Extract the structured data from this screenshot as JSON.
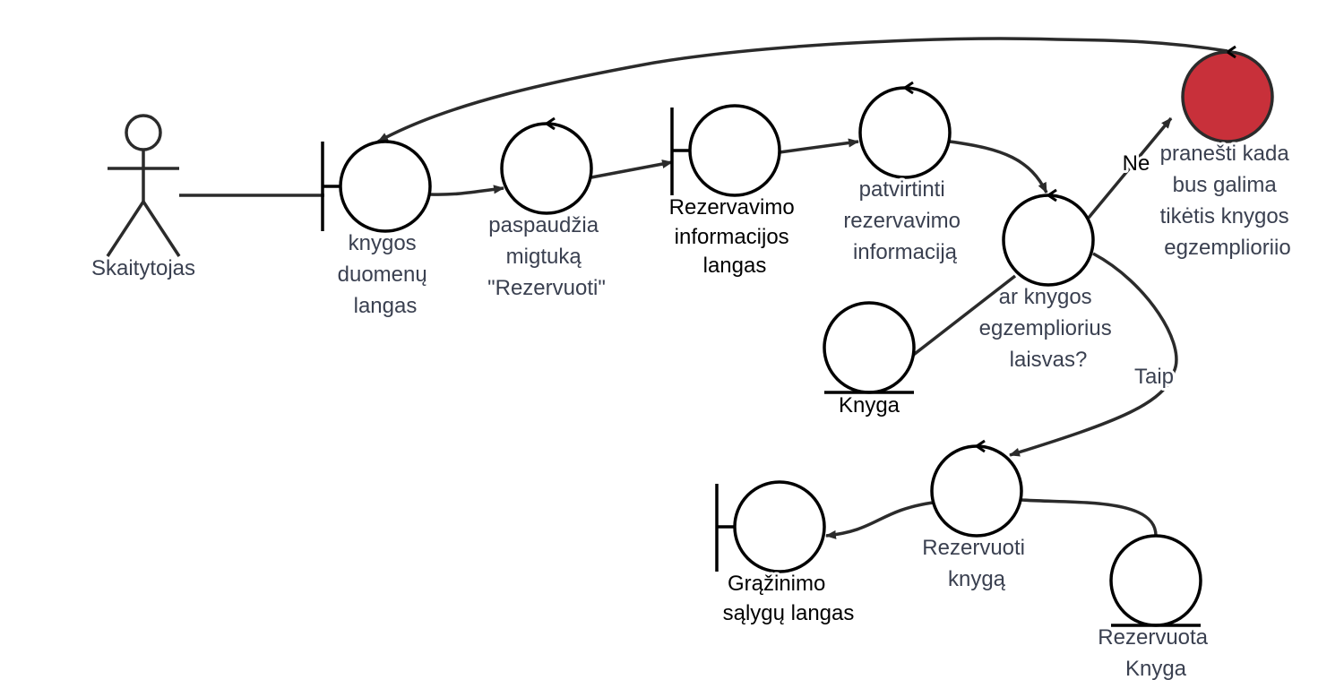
{
  "colors": {
    "line": "#2b2b2b",
    "shape_stroke": "#000000",
    "label_gray": "#3a4050",
    "label_black": "#000000",
    "alert_fill": "#c8303a"
  },
  "actor": {
    "icon": "stick-figure-icon",
    "label": "Skaitytojas"
  },
  "nodes": {
    "knygos_duomenu_langas": {
      "kind": "boundary",
      "lines": [
        "knygos",
        "duomenų",
        "langas"
      ]
    },
    "paspaudzia": {
      "kind": "control",
      "lines": [
        "paspaudžia",
        "migtuką",
        "\"Rezervuoti\""
      ]
    },
    "rezervavimo_langas": {
      "kind": "boundary",
      "lines": [
        "Rezervavimo",
        "informacijos",
        "langas"
      ]
    },
    "patvirtinti": {
      "kind": "control",
      "lines": [
        "patvirtinti",
        "rezervavimo",
        "informaciją"
      ]
    },
    "ar_laisvas": {
      "kind": "control",
      "lines": [
        "ar knygos",
        "egzempliorius",
        "laisvas?"
      ]
    },
    "pranesti": {
      "kind": "control",
      "highlight": "#c8303a",
      "lines": [
        "pranešti kada",
        "bus galima",
        "tikėtis knygos",
        "egzemplioriio"
      ]
    },
    "knyga": {
      "kind": "entity",
      "lines": [
        "Knyga"
      ]
    },
    "rezervuoti_knyga": {
      "kind": "control",
      "lines": [
        "Rezervuoti",
        "knygą"
      ]
    },
    "grazinimo_langas": {
      "kind": "boundary",
      "lines": [
        "Grąžinimo",
        "sąlygų langas"
      ]
    },
    "rezervuota_knyga": {
      "kind": "entity",
      "lines": [
        "Rezervuota",
        "Knyga"
      ]
    }
  },
  "edge_labels": {
    "no": "Ne",
    "yes": "Taip"
  }
}
